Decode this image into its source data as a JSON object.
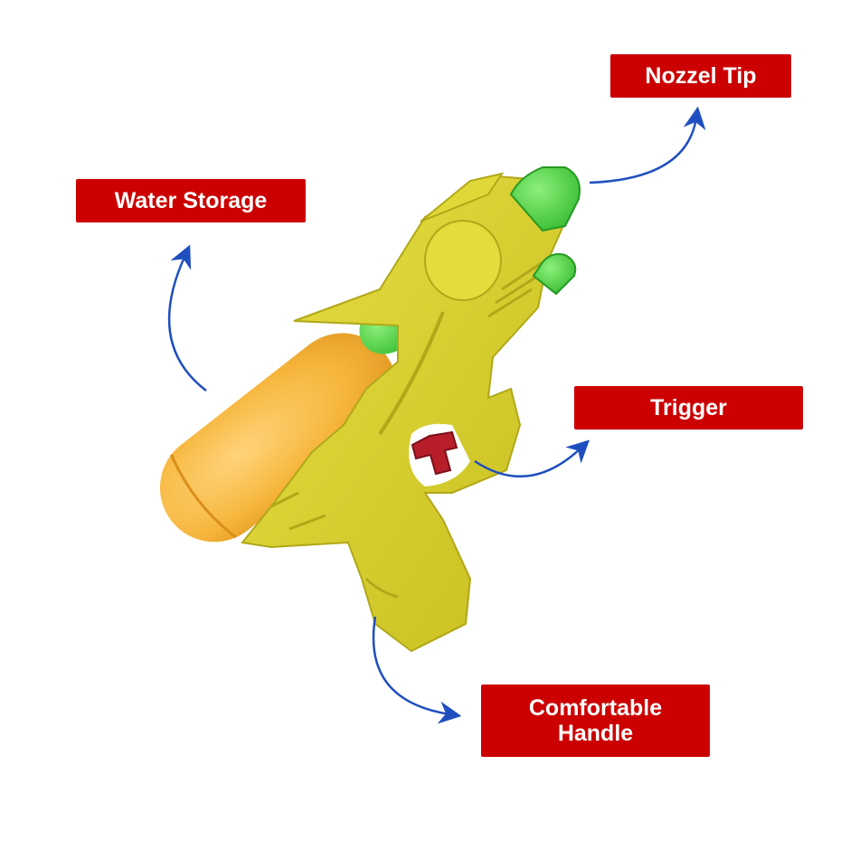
{
  "labels": {
    "nozzle_tip": "Nozzel Tip",
    "water_storage": "Water Storage",
    "trigger": "Trigger",
    "handle": "Comfortable\nHandle"
  },
  "colors": {
    "label_background": "#cc0000",
    "label_text": "#ffffff",
    "arrow": "#1f4fbf",
    "gun_body": "#d9d12a",
    "tank": "#f6b53a",
    "nozzle": "#3fcf3a",
    "trigger_part": "#b81e2a"
  },
  "icons": {
    "arrow_to_nozzle": "curved-arrow-icon",
    "arrow_to_storage": "curved-arrow-icon",
    "arrow_to_trigger": "curved-arrow-icon",
    "arrow_to_handle": "curved-arrow-icon"
  }
}
